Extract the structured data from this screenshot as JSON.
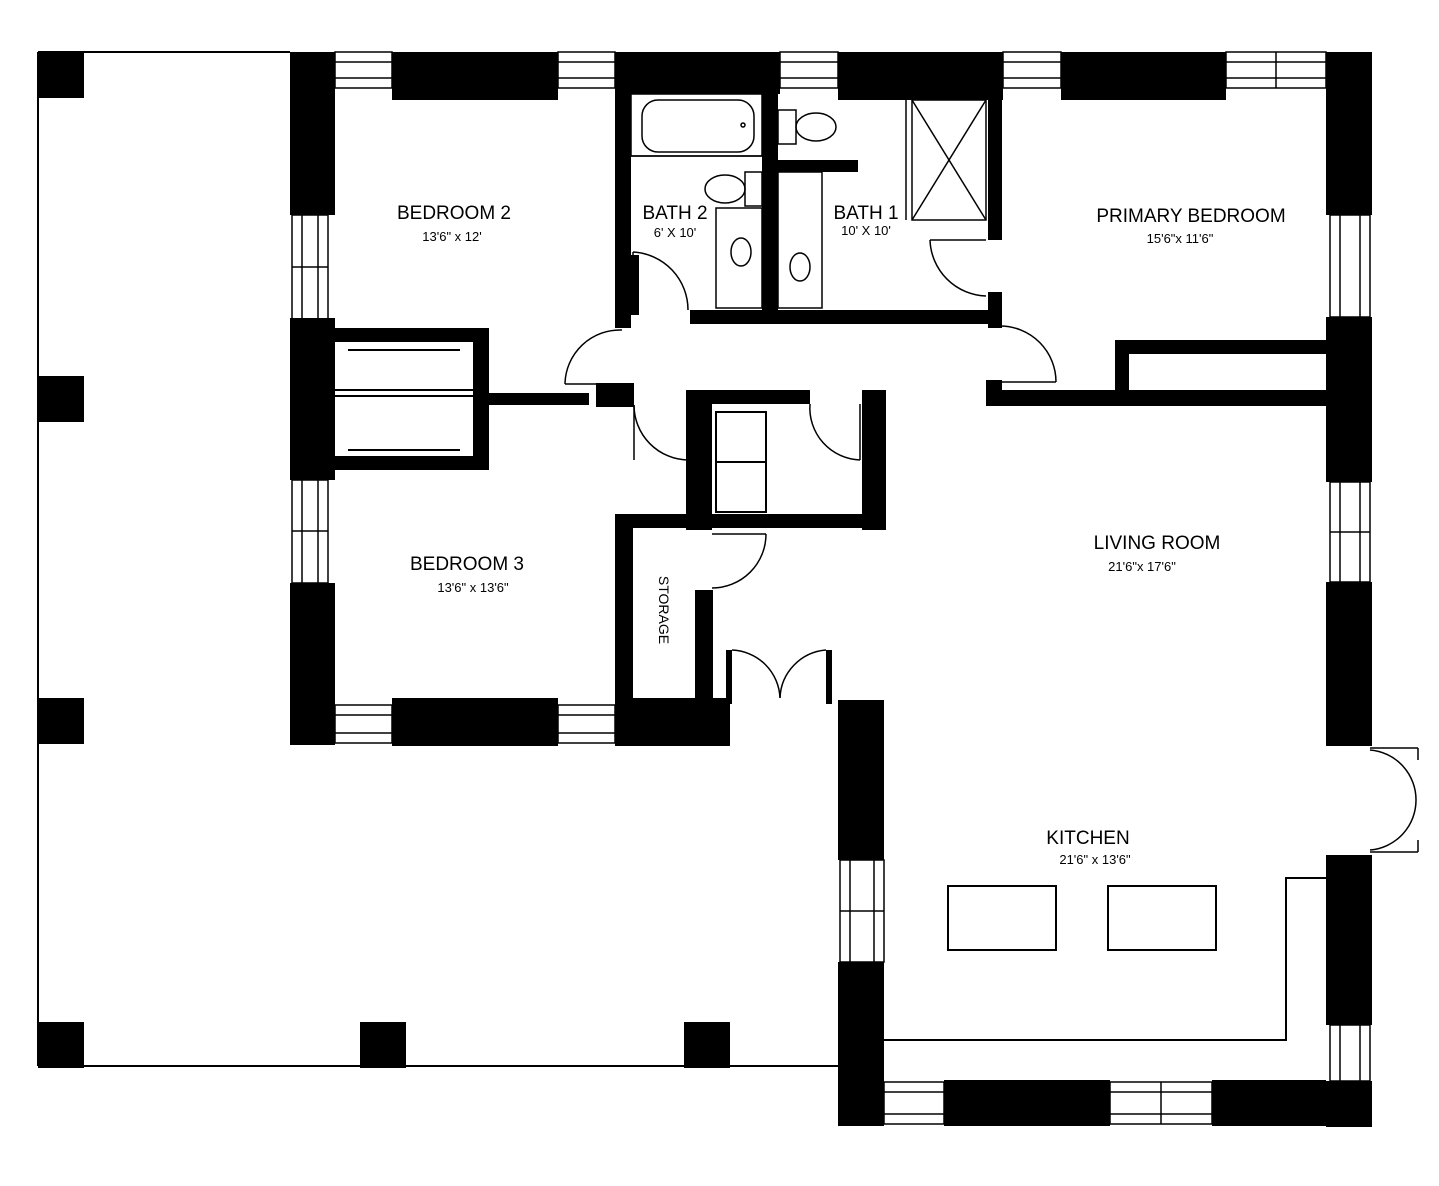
{
  "rooms": {
    "bedroom2": {
      "name": "BEDROOM 2",
      "dim": "13'6\" x 12'"
    },
    "bath2": {
      "name": "BATH 2",
      "dim": "6' X 10'"
    },
    "bath1": {
      "name": "BATH 1",
      "dim": "10' X 10'"
    },
    "primary": {
      "name": "PRIMARY BEDROOM",
      "dim": "15'6\"x 11'6\""
    },
    "bedroom3": {
      "name": "BEDROOM 3",
      "dim": "13'6\" x 13'6\""
    },
    "storage": {
      "name": "STORAGE"
    },
    "living": {
      "name": "LIVING ROOM",
      "dim": "21'6\"x 17'6\""
    },
    "kitchen": {
      "name": "KITCHEN",
      "dim": "21'6\" x 13'6\""
    }
  },
  "colors": {
    "wall": "#000000",
    "background": "#ffffff"
  }
}
